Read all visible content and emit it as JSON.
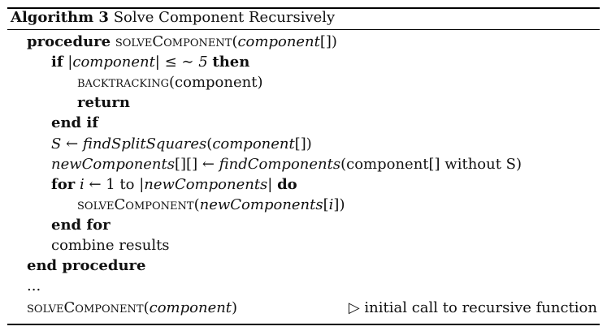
{
  "caption": {
    "label": "Algorithm 3",
    "title": "Solve Component Recursively"
  },
  "lines": [
    {
      "kw1": "procedure",
      "sc": "solveComponent",
      "open": "(",
      "arg": "component",
      "close": "[])"
    },
    {
      "kw1": "if",
      "expr": "|component| ≤ ∼ 5",
      "kw2": "then"
    },
    {
      "sc": "backtracking",
      "rest": "(component)"
    },
    {
      "kw1": "return"
    },
    {
      "kw1": "end if"
    },
    {
      "lhs": "S",
      "arrow": " ← ",
      "fn": "findSplitSquares",
      "open": "(",
      "arg": "component",
      "close": "[])"
    },
    {
      "lhs": "newComponents",
      "lhs2": "[][]",
      "arrow": " ← ",
      "fn": "findComponents",
      "rest": "(component[] without S)"
    },
    {
      "kw1": "for",
      "v": "i",
      "mid": " ← 1 to |",
      "arg": "newComponents",
      "close": "| ",
      "kw2": "do"
    },
    {
      "sc": "solveComponent",
      "open": "(",
      "arg": "newComponents",
      "open2": "[",
      "idx": "i",
      "close": "])"
    },
    {
      "kw1": "end for"
    },
    {
      "plain": "combine results"
    },
    {
      "kw1": "end procedure"
    },
    {
      "plain": "..."
    },
    {
      "sc": "solveComponent",
      "open": "(",
      "arg": "component",
      "close": ")"
    }
  ],
  "comment": {
    "glyph": "▷",
    "text": "initial call to recursive function"
  }
}
